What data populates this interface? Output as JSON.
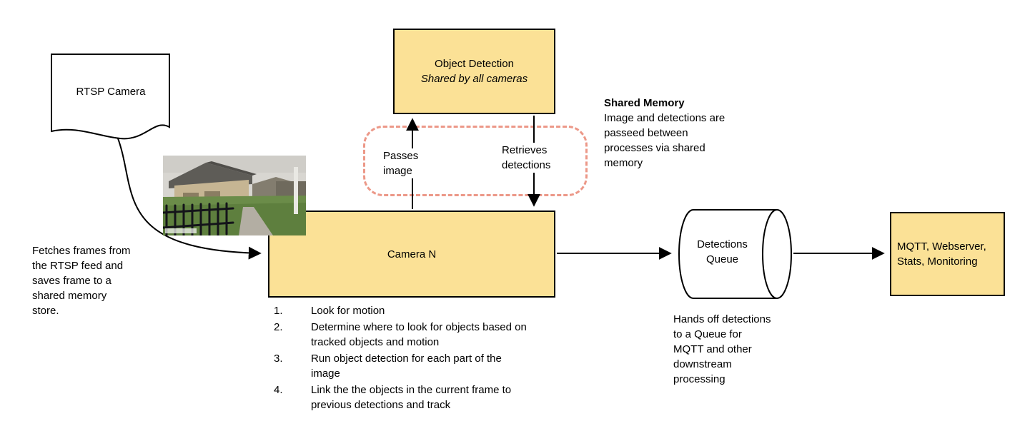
{
  "colors": {
    "node_fill": "#FBE196",
    "node_border": "#000000",
    "shared_memory_dash": "#EC9888",
    "arrow": "#000000"
  },
  "nodes": {
    "rtsp_camera": "RTSP Camera",
    "object_detection_title": "Object Detection",
    "object_detection_subtitle": "Shared by all cameras",
    "camera_n": "Camera N",
    "detections_queue": "Detections Queue",
    "outputs": "MQTT, Webserver, Stats, Monitoring"
  },
  "labels": {
    "passes_image": "Passes\nimage",
    "retrieves_detections": "Retrieves\ndetections",
    "shared_memory_title": "Shared Memory",
    "shared_memory_body": "Image and detections are\npasseed between\nprocesses via shared\nmemory",
    "fetch_note": "Fetches frames from\nthe RTSP feed and\nsaves frame to a\nshared memory\nstore.",
    "queue_note": "Hands off detections\nto a Queue for\nMQTT and other\ndownstream\nprocessing"
  },
  "steps": [
    "Look for motion",
    "Determine where to look for objects based on tracked objects and motion",
    "Run object detection for each part of the image",
    "Link the the objects in the current frame to previous detections and track"
  ]
}
